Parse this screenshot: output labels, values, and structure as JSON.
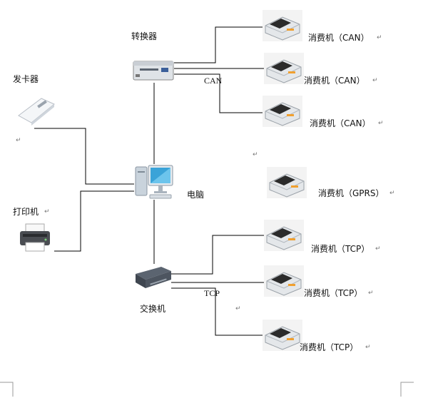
{
  "labels": {
    "converter": "转换器",
    "card_issuer": "发卡器",
    "printer": "打印机",
    "computer": "电脑",
    "switch": "交换机",
    "can_bus": "CAN",
    "tcp_bus": "TCP",
    "pos_can_1": "消费机（CAN）",
    "pos_can_2": "消费机（CAN）",
    "pos_can_3": "消费机（CAN）",
    "pos_gprs": "消费机（GPRS）",
    "pos_tcp_1": "消费机（TCP）",
    "pos_tcp_2": "消费机（TCP）",
    "pos_tcp_3": "消费机（TCP）"
  },
  "paragraph_mark": "↵",
  "icons": {
    "converter": "converter-icon",
    "card_issuer": "card-reader-icon",
    "printer": "printer-icon",
    "computer": "computer-icon",
    "switch": "network-switch-icon",
    "pos": "pos-terminal-icon"
  },
  "colors": {
    "line": "#000000",
    "device_body": "#e9ecef",
    "screen": "#2b2b2b",
    "accent": "#f0a030"
  }
}
